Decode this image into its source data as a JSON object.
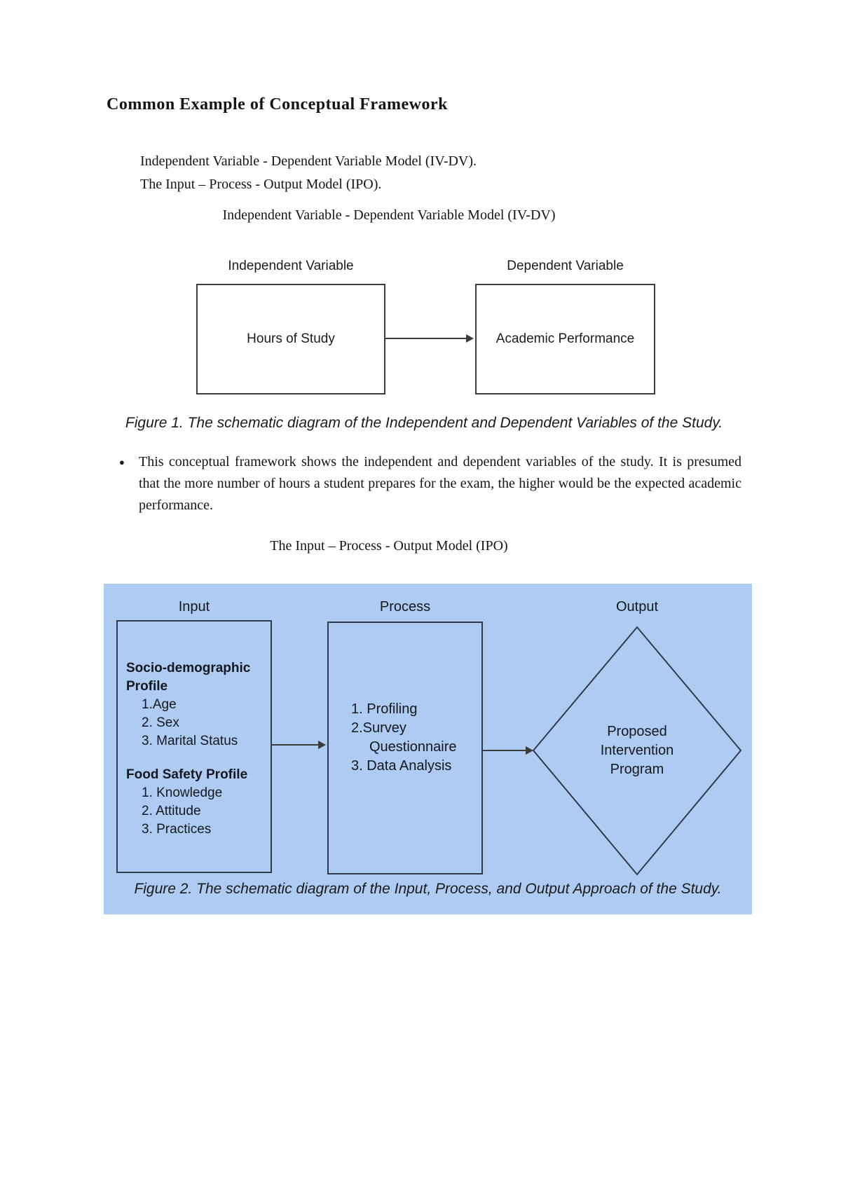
{
  "page": {
    "title": "Common Example of Conceptual Framework",
    "intro_lines": [
      "Independent Variable - Dependent Variable Model (IV-DV).",
      "The Input – Process - Output Model (IPO)."
    ],
    "bullet_marker": "●",
    "bullet_text": "This conceptual framework shows the independent and dependent variables of the study. It is presumed that the more number of hours a student prepares for the exam, the higher would be the expected academic performance."
  },
  "figure1": {
    "heading": "Independent Variable - Dependent Variable Model (IV-DV)",
    "iv_label": "Independent Variable",
    "dv_label": "Dependent Variable",
    "iv_box_text": "Hours of Study",
    "dv_box_text": "Academic Performance",
    "caption": "Figure 1. The schematic diagram of the Independent and Dependent Variables of the Study."
  },
  "figure2": {
    "heading": "The Input – Process - Output Model (IPO)",
    "panel_color": "#aeccf2",
    "col_labels": {
      "input": "Input",
      "process": "Process",
      "output": "Output"
    },
    "input_box": {
      "group1_title": "Socio-demographic Profile",
      "group1_items": [
        "1.Age",
        "2. Sex",
        "3. Marital Status"
      ],
      "group2_title": "Food Safety Profile",
      "group2_items": [
        "1. Knowledge",
        "2. Attitude",
        "3. Practices"
      ]
    },
    "process_box": {
      "lines": [
        "1. Profiling",
        "2.Survey",
        "Questionnaire",
        "3. Data Analysis"
      ]
    },
    "output_diamond": {
      "lines": [
        "Proposed",
        "Intervention",
        "Program"
      ]
    },
    "caption": "Figure 2. The schematic diagram of the Input, Process, and Output Approach of the Study."
  }
}
